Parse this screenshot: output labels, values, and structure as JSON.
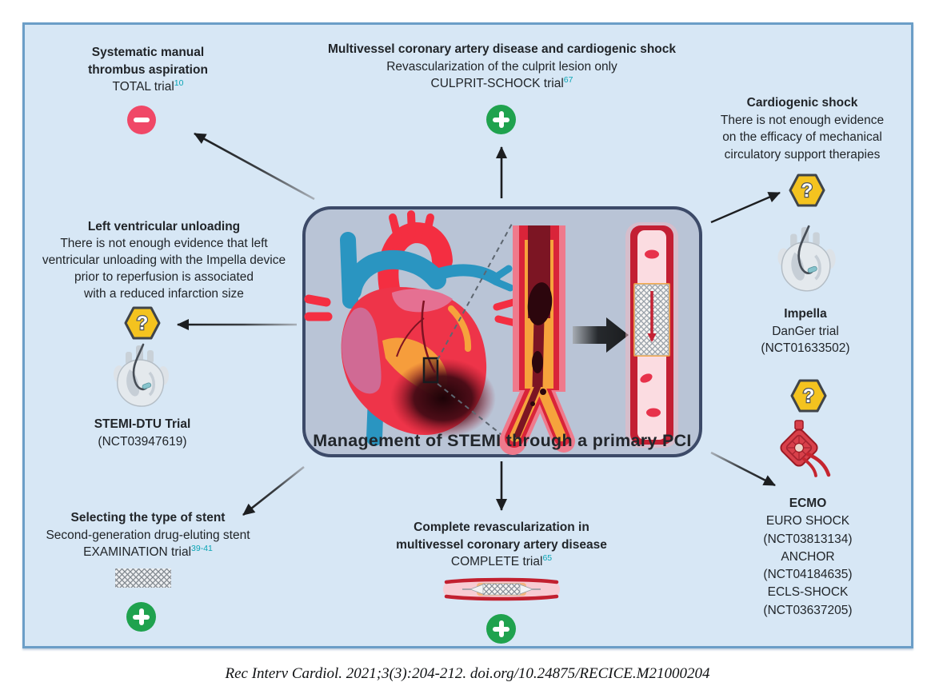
{
  "figure": {
    "caption": "Management of STEMI through a primary PCI",
    "citation": "Rec Interv Cardiol. 2021;3(3):204-212. doi.org/10.24875/RECICE.M21000204"
  },
  "blocks": {
    "thrombus_aspiration": {
      "title_line1": "Systematic manual",
      "title_line2": "thrombus aspiration",
      "trial": "TOTAL trial",
      "ref": "10",
      "verdict_icon": "negative-icon"
    },
    "multivessel_cardiogenic_shock": {
      "title": "Multivessel coronary artery disease and cardiogenic shock",
      "subtitle": "Revascularization of the culprit lesion only",
      "trial": "CULPRIT-SCHOCK trial",
      "ref": "67",
      "verdict_icon": "positive-icon"
    },
    "cardiogenic_shock": {
      "title": "Cardiogenic shock",
      "lines": [
        "There is not enough evidence",
        "on the efficacy of mechanical",
        "circulatory support therapies"
      ],
      "verdict_icon": "question-icon"
    },
    "impella": {
      "title": "Impella",
      "trial": "DanGer trial",
      "nct": "(NCT01633502)"
    },
    "ecmo": {
      "title": "ECMO",
      "trials": [
        "EURO SHOCK",
        "(NCT03813134)",
        "ANCHOR",
        "(NCT04184635)",
        "ECLS-SHOCK",
        "(NCT03637205)"
      ],
      "verdict_icon": "question-icon"
    },
    "lv_unloading": {
      "title": "Left ventricular unloading",
      "lines": [
        "There is not enough evidence that left",
        "ventricular unloading with the Impella device",
        "prior to reperfusion is associated",
        "with a reduced infarction size"
      ],
      "trial": "STEMI-DTU Trial",
      "nct": "(NCT03947619)",
      "verdict_icon": "question-icon"
    },
    "stent_type": {
      "title": "Selecting the type of stent",
      "subtitle": "Second-generation drug-eluting stent",
      "trial": "EXAMINATION trial",
      "ref": "39-41",
      "verdict_icon": "positive-icon"
    },
    "complete_revasc": {
      "title_line1": "Complete revascularization in",
      "title_line2": "multivessel coronary artery disease",
      "trial": "COMPLETE trial",
      "ref": "65",
      "verdict_icon": "positive-icon"
    }
  },
  "icons": {
    "question_glyph": "?"
  },
  "colors": {
    "panel_bg": "#d7e7f5",
    "panel_border": "#6b9ec7",
    "center_box_bg": "#b9c4d6",
    "center_box_border": "#3c4a68",
    "positive_green": "#1fa24e",
    "negative_pink": "#f04867",
    "question_yellow": "#f4c31f",
    "reference_teal": "#0aa5b5",
    "text": "#212529"
  }
}
